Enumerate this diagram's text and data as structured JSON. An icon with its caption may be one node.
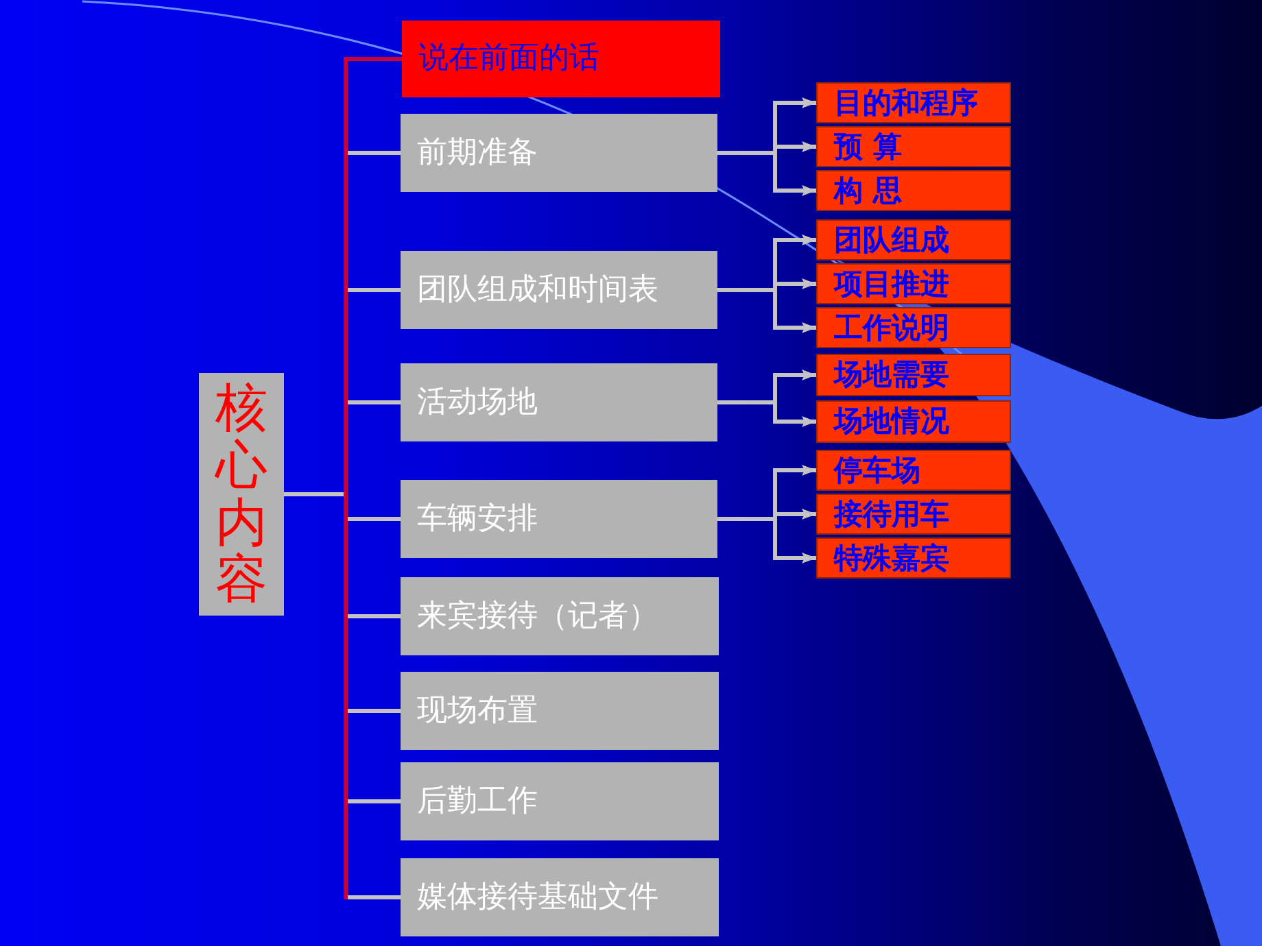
{
  "diagram": {
    "nodes": [
      {
        "text": [
          "核心内容"
        ]
      },
      {
        "text": [
          "说在前面的话"
        ]
      },
      {
        "text": [
          "前期准备"
        ]
      },
      {
        "text": [
          "团队组成和时间表"
        ]
      },
      {
        "text": [
          "活动场地"
        ]
      },
      {
        "text": [
          "车辆安排"
        ]
      },
      {
        "text": [
          "来宾接待（记者）"
        ]
      },
      {
        "text": [
          "现场布置"
        ]
      },
      {
        "text": [
          "后勤工作"
        ]
      },
      {
        "text": [
          "媒体接待基础文件"
        ]
      },
      {
        "text": [
          "目的和程序"
        ]
      },
      {
        "text": [
          "预 算"
        ]
      },
      {
        "text": [
          "构 思"
        ]
      },
      {
        "text": [
          "团队组成"
        ]
      },
      {
        "text": [
          "项目推进"
        ]
      },
      {
        "text": [
          "工作说明"
        ]
      },
      {
        "text": [
          "场地需要"
        ]
      },
      {
        "text": [
          "场地情况"
        ]
      },
      {
        "text": [
          "停车场"
        ]
      },
      {
        "text": [
          "接待用车"
        ]
      },
      {
        "text": [
          "特殊嘉宾"
        ]
      }
    ],
    "edges": [
      {
        "from": 0,
        "to": 1,
        "arrow": "none",
        "color": "#cc0033"
      },
      {
        "from": 0,
        "to": 2,
        "arrow": "none",
        "color": "#cc0033"
      },
      {
        "from": 0,
        "to": 3,
        "arrow": "none",
        "color": "#cc0033"
      },
      {
        "from": 0,
        "to": 4,
        "arrow": "none",
        "color": "#cc0033"
      },
      {
        "from": 0,
        "to": 5,
        "arrow": "none",
        "color": "#cc0033"
      },
      {
        "from": 0,
        "to": 6,
        "arrow": "none",
        "color": "#cc0033"
      },
      {
        "from": 0,
        "to": 7,
        "arrow": "none",
        "color": "#cc0033"
      },
      {
        "from": 0,
        "to": 8,
        "arrow": "none",
        "color": "#cc0033"
      },
      {
        "from": 0,
        "to": 9,
        "arrow": "none",
        "color": "#cc0033"
      },
      {
        "from": 2,
        "to": 10,
        "arrow": "to"
      },
      {
        "from": 2,
        "to": 11,
        "arrow": "to"
      },
      {
        "from": 2,
        "to": 12,
        "arrow": "to"
      },
      {
        "from": 3,
        "to": 13,
        "arrow": "to"
      },
      {
        "from": 3,
        "to": 14,
        "arrow": "to"
      },
      {
        "from": 3,
        "to": 15,
        "arrow": "to"
      },
      {
        "from": 4,
        "to": 16,
        "arrow": "to"
      },
      {
        "from": 4,
        "to": 17,
        "arrow": "to"
      },
      {
        "from": 5,
        "to": 18,
        "arrow": "to"
      },
      {
        "from": 5,
        "to": 19,
        "arrow": "to"
      },
      {
        "from": 5,
        "to": 20,
        "arrow": "to"
      }
    ]
  }
}
